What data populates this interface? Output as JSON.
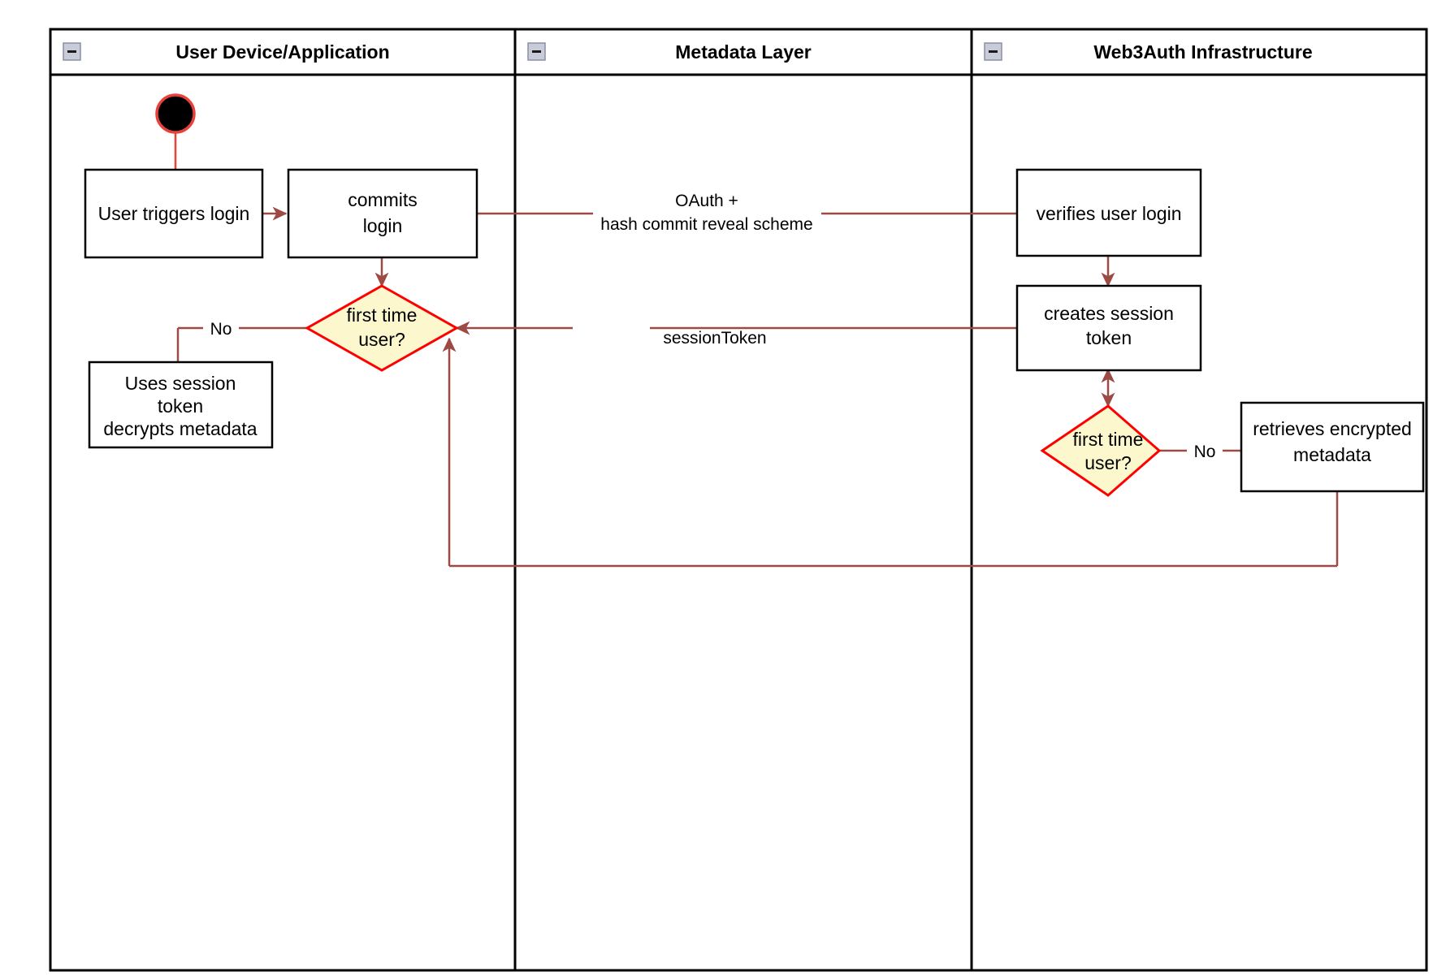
{
  "diagram": {
    "title": "Web3Auth login flow swimlane activity diagram",
    "colors": {
      "lane_border": "#000000",
      "node_border": "#000000",
      "decision_fill": "#fcf7cd",
      "decision_border": "#ff0000",
      "edge": "#9c4a43",
      "start_node_fill": "#000000",
      "start_node_border": "#e8413c",
      "collapse_icon_fill": "#c8ccd8",
      "background": "#ffffff"
    },
    "lanes": [
      {
        "id": "user-device",
        "label": "User Device/Application",
        "collapse_icon": "collapse-minus-icon"
      },
      {
        "id": "metadata-layer",
        "label": "Metadata Layer",
        "collapse_icon": "collapse-minus-icon"
      },
      {
        "id": "web3auth",
        "label": "Web3Auth Infrastructure",
        "collapse_icon": "collapse-minus-icon"
      }
    ],
    "nodes": {
      "start": {
        "type": "start",
        "label": ""
      },
      "user_triggers_login": {
        "type": "activity",
        "lane": "user-device",
        "lines": [
          "User triggers login"
        ]
      },
      "commits_login": {
        "type": "activity",
        "lane": "user-device",
        "lines": [
          "commits",
          "login"
        ]
      },
      "first_time_user_left": {
        "type": "decision",
        "lane": "user-device",
        "lines": [
          "first time",
          "user?"
        ]
      },
      "uses_session_token": {
        "type": "activity",
        "lane": "user-device",
        "lines": [
          "Uses session",
          "token",
          "decrypts metadata"
        ]
      },
      "verifies_user_login": {
        "type": "activity",
        "lane": "web3auth",
        "lines": [
          "verifies user login"
        ]
      },
      "creates_session_token": {
        "type": "activity",
        "lane": "web3auth",
        "lines": [
          "creates session",
          "token"
        ]
      },
      "first_time_user_right": {
        "type": "decision",
        "lane": "web3auth",
        "lines": [
          "first time",
          "user?"
        ]
      },
      "retrieves_encrypted_metadata": {
        "type": "activity",
        "lane": "web3auth",
        "lines": [
          "retrieves encrypted",
          "metadata"
        ]
      }
    },
    "edge_labels": {
      "oauth_line1": "OAuth +",
      "oauth_line2": "hash commit reveal scheme",
      "session_token": "sessionToken",
      "no_left": "No",
      "no_right": "No"
    }
  }
}
